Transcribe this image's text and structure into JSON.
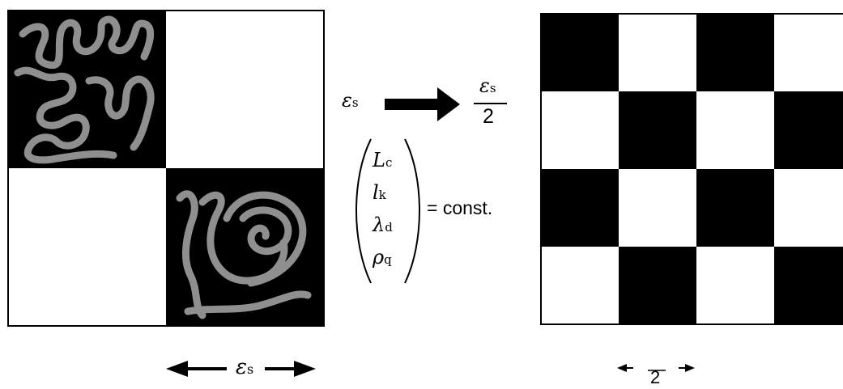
{
  "symbols": {
    "epsilon": "ε",
    "s": "s"
  },
  "center": {
    "denominator": "2",
    "vector": [
      {
        "var": "L",
        "sub": "c"
      },
      {
        "var": "l",
        "sub": "k"
      },
      {
        "var": "λ",
        "sub": "d"
      },
      {
        "var": "ρ",
        "sub": "q"
      }
    ],
    "equals_const": "= const."
  },
  "right_scale": {
    "denominator": "2"
  },
  "colors": {
    "black": "#000000",
    "white": "#ffffff",
    "chain": "#8f8f8f"
  }
}
